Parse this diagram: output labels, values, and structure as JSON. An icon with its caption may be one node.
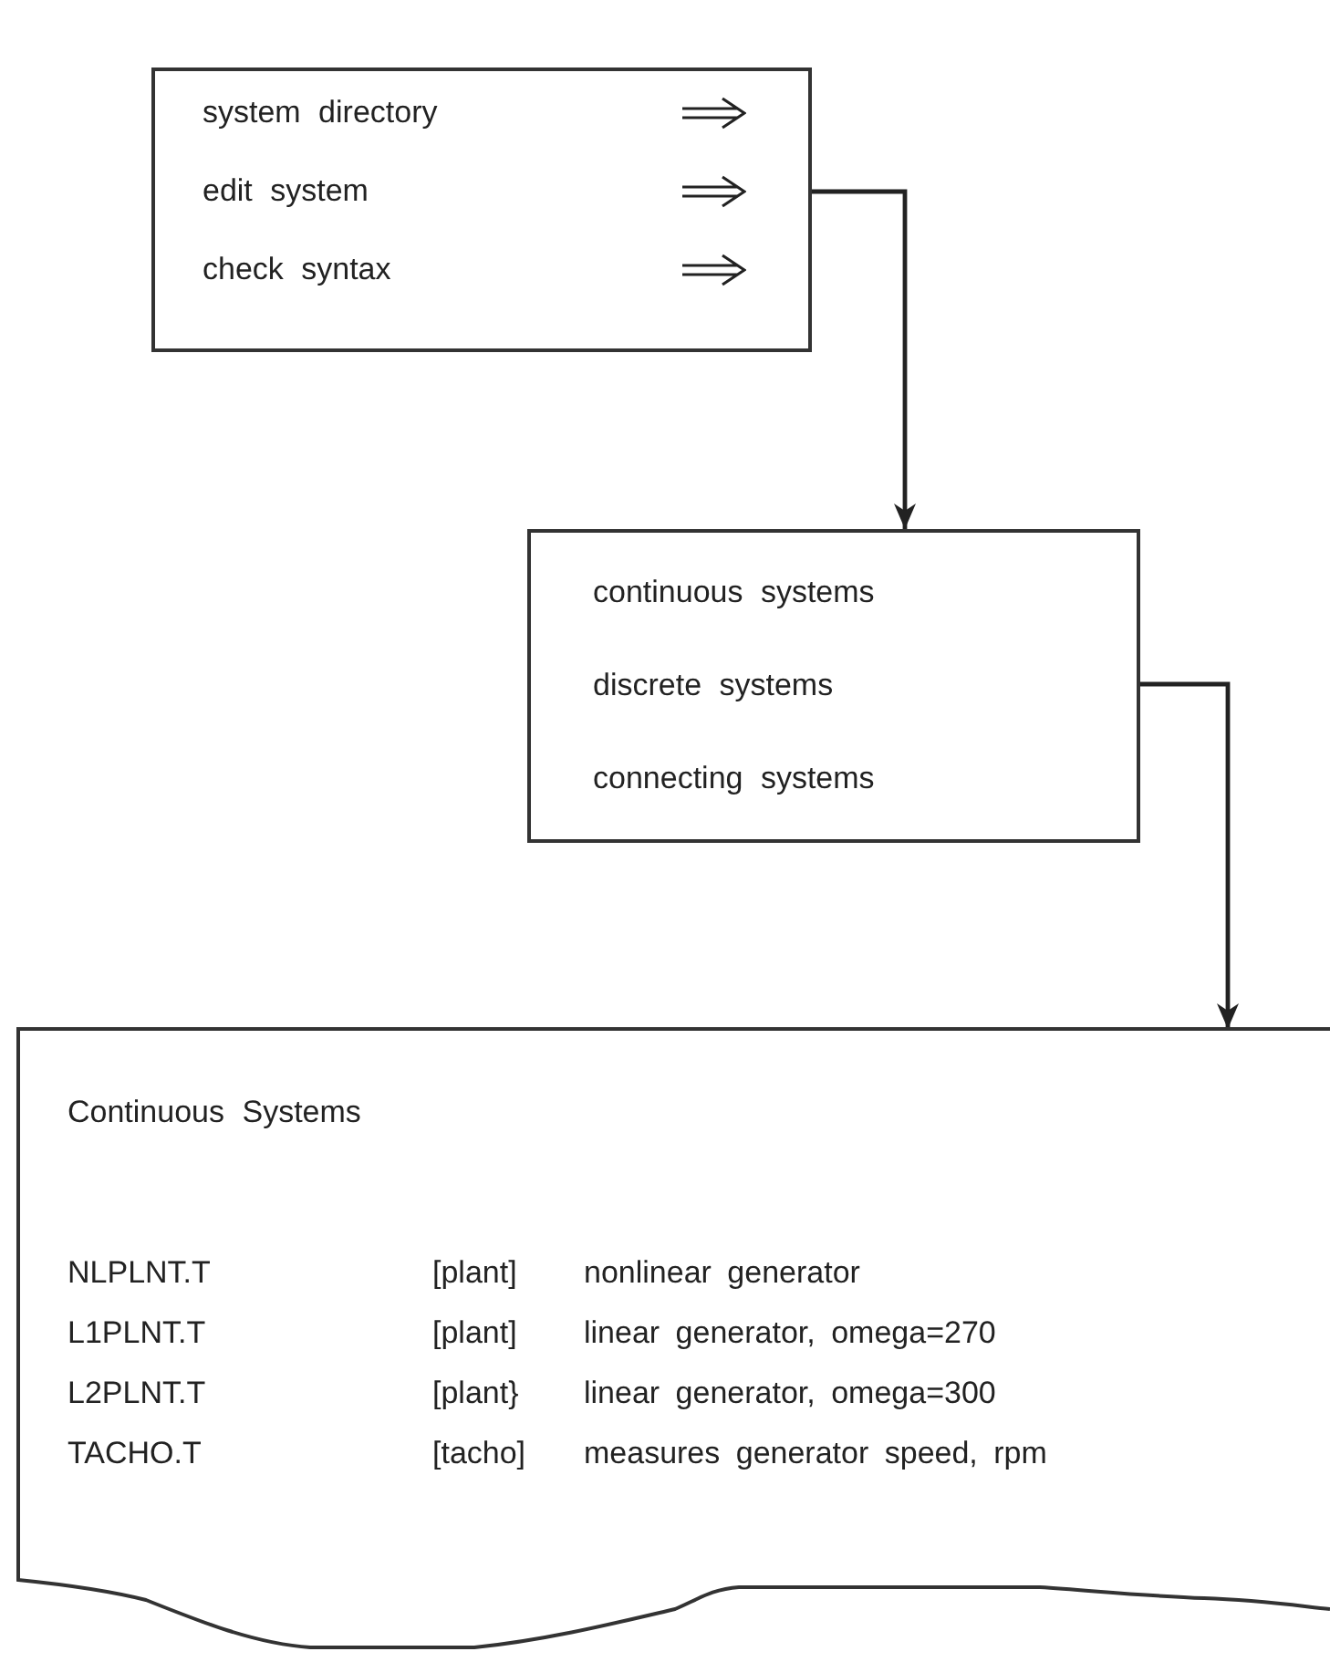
{
  "diagram": {
    "nodes": [
      {
        "text": [
          "system directory",
          "edit system",
          "check syntax"
        ]
      },
      {
        "text": [
          "continuous systems",
          "discrete systems",
          "connecting systems"
        ]
      },
      {
        "text": [
          "Continuous Systems",
          "NLPLNT.T",
          "[plant]",
          "nonlinear generator",
          "L1PLNT.T",
          "[plant]",
          "linear generator, omega=270",
          "L2PLNT.T",
          "[plant}",
          "linear generator, omega=300",
          "TACHO.T",
          "[tacho]",
          "measures generator speed, rpm"
        ]
      }
    ],
    "edges": [
      {
        "from": 0,
        "to": 1,
        "arrow": "to"
      },
      {
        "from": 1,
        "to": 2,
        "arrow": "to"
      }
    ]
  }
}
